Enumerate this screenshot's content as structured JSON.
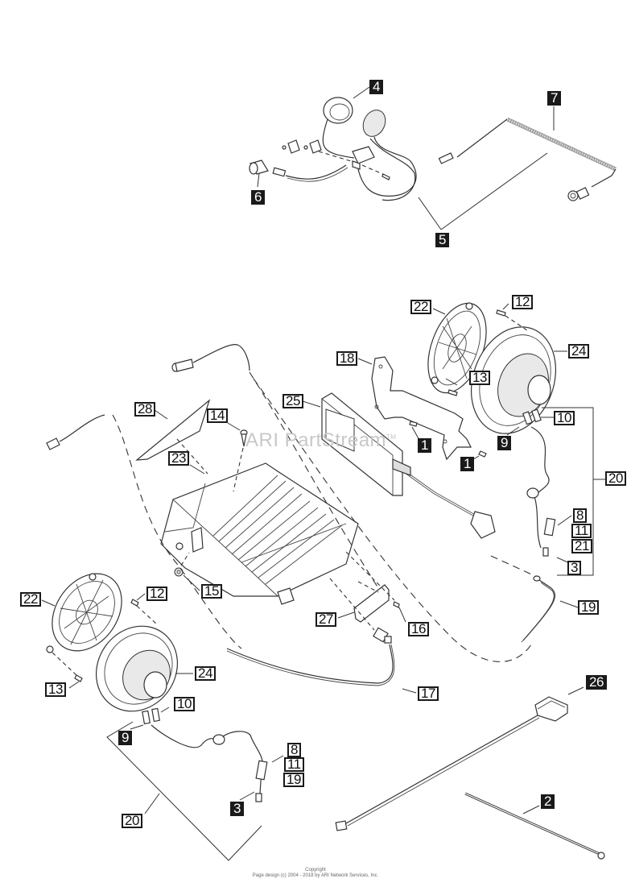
{
  "diagram": {
    "title": "Audio / Radio System Parts Diagram",
    "watermark": "ARI PartStream",
    "watermark_tm": "TM",
    "footer": {
      "line1": "Copyright",
      "line2": "Page design (c) 2004 - 2018 by ARI Network Services, Inc."
    },
    "callouts": [
      {
        "id": "c4",
        "label": "4",
        "part": "headset-earpieces",
        "style": "dark"
      },
      {
        "id": "c7",
        "label": "7",
        "part": "coiled-cord",
        "style": "dark"
      },
      {
        "id": "c6",
        "label": "6",
        "part": "connector-cap",
        "style": "dark"
      },
      {
        "id": "c5",
        "label": "5",
        "part": "headset-assembly",
        "style": "dark"
      },
      {
        "id": "c22a",
        "label": "22",
        "part": "speaker-grille-right",
        "style": "light"
      },
      {
        "id": "c12a",
        "label": "12",
        "part": "screw-right",
        "style": "light"
      },
      {
        "id": "c24a",
        "label": "24",
        "part": "speaker-right",
        "style": "light"
      },
      {
        "id": "c18",
        "label": "18",
        "part": "mounting-bracket",
        "style": "light"
      },
      {
        "id": "c13a",
        "label": "13",
        "part": "screw-grille-right",
        "style": "light"
      },
      {
        "id": "c25",
        "label": "25",
        "part": "display-module",
        "style": "light"
      },
      {
        "id": "c28",
        "label": "28",
        "part": "label-sheet",
        "style": "light"
      },
      {
        "id": "c14",
        "label": "14",
        "part": "bolt",
        "style": "light"
      },
      {
        "id": "c1a",
        "label": "1",
        "part": "screw-bracket-a",
        "style": "dark"
      },
      {
        "id": "c10a",
        "label": "10",
        "part": "terminal-right",
        "style": "light"
      },
      {
        "id": "c9a",
        "label": "9",
        "part": "terminal-right-b",
        "style": "dark"
      },
      {
        "id": "c1b",
        "label": "1",
        "part": "screw-bracket-b",
        "style": "dark"
      },
      {
        "id": "c23",
        "label": "23",
        "part": "amplifier-unit",
        "style": "light"
      },
      {
        "id": "c20a",
        "label": "20",
        "part": "speaker-harness-right",
        "style": "light"
      },
      {
        "id": "c8a",
        "label": "8",
        "part": "fuse-holder-right",
        "style": "light"
      },
      {
        "id": "c11a",
        "label": "11",
        "part": "fuse-right",
        "style": "light"
      },
      {
        "id": "c21",
        "label": "21",
        "part": "fuse-cap",
        "style": "light"
      },
      {
        "id": "c3a",
        "label": "3",
        "part": "connector-right",
        "style": "light"
      },
      {
        "id": "c15",
        "label": "15",
        "part": "grommet",
        "style": "light"
      },
      {
        "id": "c22b",
        "label": "22",
        "part": "speaker-grille-left",
        "style": "light"
      },
      {
        "id": "c12b",
        "label": "12",
        "part": "screw-left",
        "style": "light"
      },
      {
        "id": "c19a",
        "label": "19",
        "part": "antenna-lead",
        "style": "light"
      },
      {
        "id": "c27",
        "label": "27",
        "part": "cover-plate",
        "style": "light"
      },
      {
        "id": "c16",
        "label": "16",
        "part": "cover-screw",
        "style": "light"
      },
      {
        "id": "c24b",
        "label": "24",
        "part": "speaker-left",
        "style": "light"
      },
      {
        "id": "c13b",
        "label": "13",
        "part": "screw-grille-left",
        "style": "light"
      },
      {
        "id": "c17",
        "label": "17",
        "part": "power-harness",
        "style": "light"
      },
      {
        "id": "c26",
        "label": "26",
        "part": "gps-antenna",
        "style": "dark"
      },
      {
        "id": "c10b",
        "label": "10",
        "part": "terminal-left",
        "style": "light"
      },
      {
        "id": "c9b",
        "label": "9",
        "part": "terminal-left-b",
        "style": "dark"
      },
      {
        "id": "c8b",
        "label": "8",
        "part": "fuse-holder-left",
        "style": "light"
      },
      {
        "id": "c11b",
        "label": "11",
        "part": "fuse-left",
        "style": "light"
      },
      {
        "id": "c19b",
        "label": "19",
        "part": "fuse-cap-left",
        "style": "light"
      },
      {
        "id": "c2",
        "label": "2",
        "part": "cable-tie",
        "style": "dark"
      },
      {
        "id": "c3b",
        "label": "3",
        "part": "connector-left",
        "style": "dark"
      },
      {
        "id": "c20b",
        "label": "20",
        "part": "speaker-harness-left",
        "style": "light"
      }
    ]
  }
}
